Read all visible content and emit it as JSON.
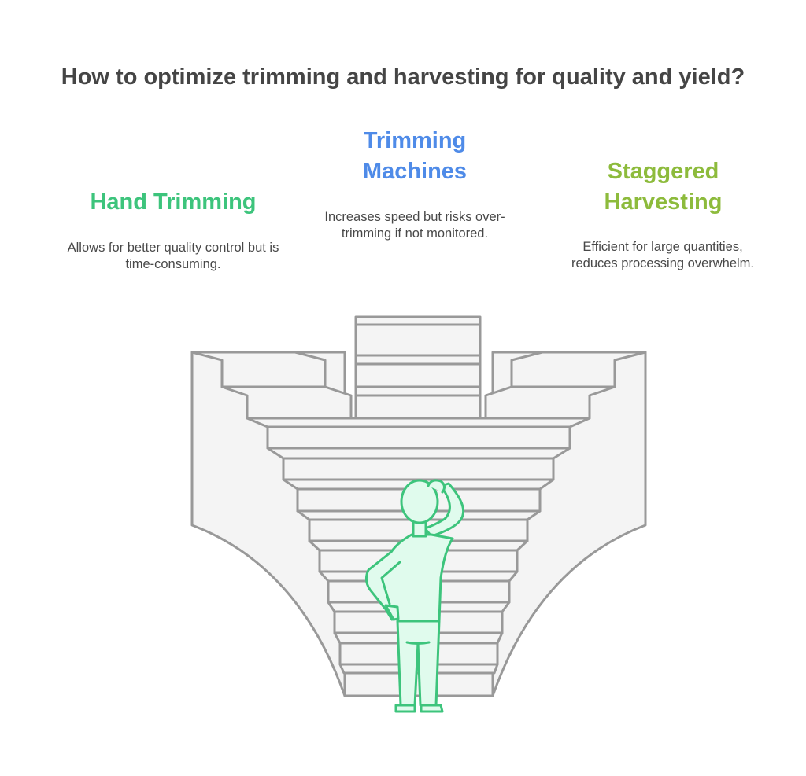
{
  "title": "How to optimize trimming and harvesting for quality and yield?",
  "options": [
    {
      "heading": "Hand Trimming",
      "description": "Allows for better quality control but is time-consuming.",
      "color": "#3dc47c"
    },
    {
      "heading": "Trimming Machines",
      "description": "Increases speed but risks over-trimming if not monitored.",
      "color": "#4f8be8"
    },
    {
      "heading": "Staggered Harvesting",
      "description": "Efficient for large quantities, reduces processing overwhelm.",
      "color": "#8dbb3c"
    }
  ],
  "icons": {
    "illustration": "staircase-with-person",
    "figure": "confused-person"
  }
}
